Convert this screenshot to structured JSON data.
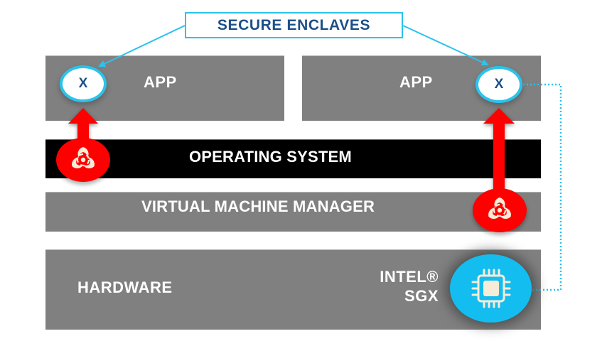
{
  "title": "SECURE ENCLAVES",
  "layers": {
    "app_left": "APP",
    "app_right": "APP",
    "operating_system": "OPERATING SYSTEM",
    "vmm": "VIRTUAL MACHINE MANAGER",
    "hardware": "HARDWARE"
  },
  "enclaves": {
    "left_label": "X",
    "right_label": "X"
  },
  "sgx": {
    "line1": "INTEL®",
    "line2": "SGX",
    "icon": "cpu-chip-icon"
  },
  "threats": [
    {
      "icon": "biohazard-icon",
      "location": "operating-system",
      "target": "left-enclave"
    },
    {
      "icon": "biohazard-icon",
      "location": "virtual-machine-manager",
      "target": "right-enclave"
    }
  ],
  "colors": {
    "layer_gray": "#808080",
    "os_black": "#000000",
    "accent_cyan": "#2bc3ea",
    "title_blue": "#1c4f87",
    "threat_red": "#ff0000",
    "chip_blue": "#14bdef",
    "hazard_cream": "#f7ecd8"
  }
}
